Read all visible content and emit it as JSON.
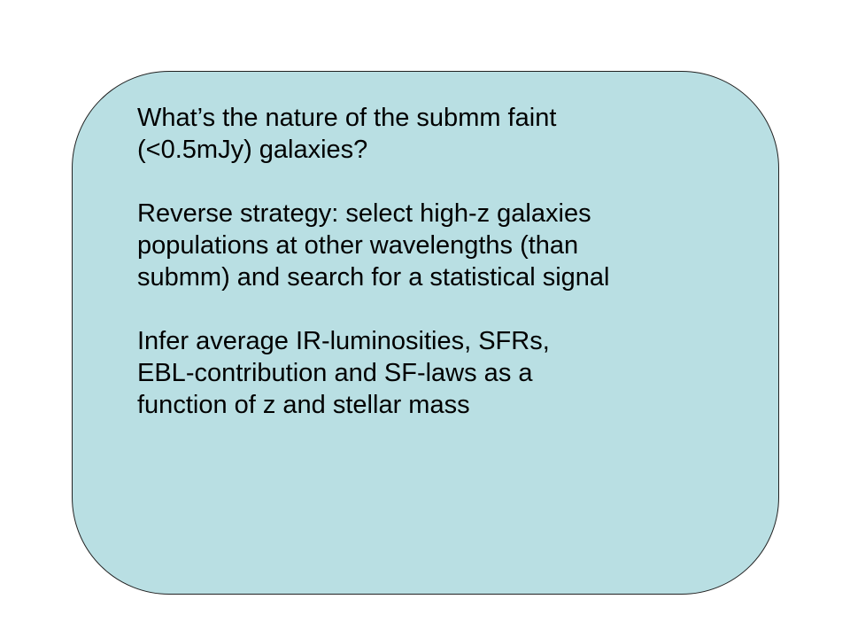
{
  "slide": {
    "background_color": "#b9dfe3",
    "border_color": "#222222",
    "paragraphs": [
      {
        "lines": [
          "What’s the nature of the submm faint",
          "(<0.5mJy) galaxies?"
        ]
      },
      {
        "lines": [
          "Reverse strategy: select high-z galaxies",
          "populations at other wavelengths (than",
          "submm) and search for a statistical signal"
        ]
      },
      {
        "lines": [
          "Infer average IR-luminosities, SFRs,",
          "EBL-contribution and SF-laws as a",
          "function of z and stellar mass"
        ]
      }
    ]
  }
}
